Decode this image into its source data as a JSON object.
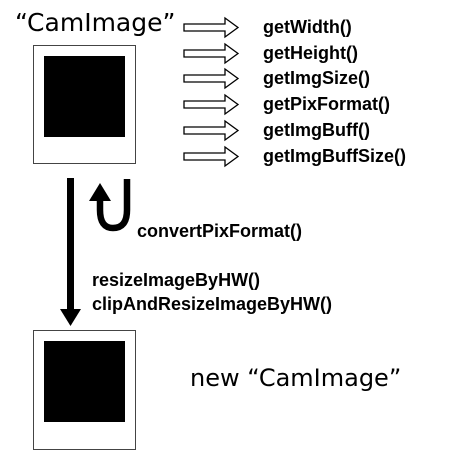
{
  "source": {
    "title": "“CamImage”",
    "image_icon": "photo-frame-icon"
  },
  "getters": [
    {
      "label": "getWidth()"
    },
    {
      "label": "getHeight()"
    },
    {
      "label": "getImgSize()"
    },
    {
      "label": "getPixFormat()"
    },
    {
      "label": "getImgBuff()"
    },
    {
      "label": "getImgBuffSize()"
    }
  ],
  "convert": {
    "label": "convertPixFormat()",
    "icon": "u-turn-arrow-icon"
  },
  "resize": {
    "line1": "resizeImageByHW()",
    "line2": "clipAndResizeImageByHW()",
    "icon": "down-arrow-icon"
  },
  "result": {
    "title": "new “CamImage”",
    "image_icon": "photo-frame-icon"
  }
}
